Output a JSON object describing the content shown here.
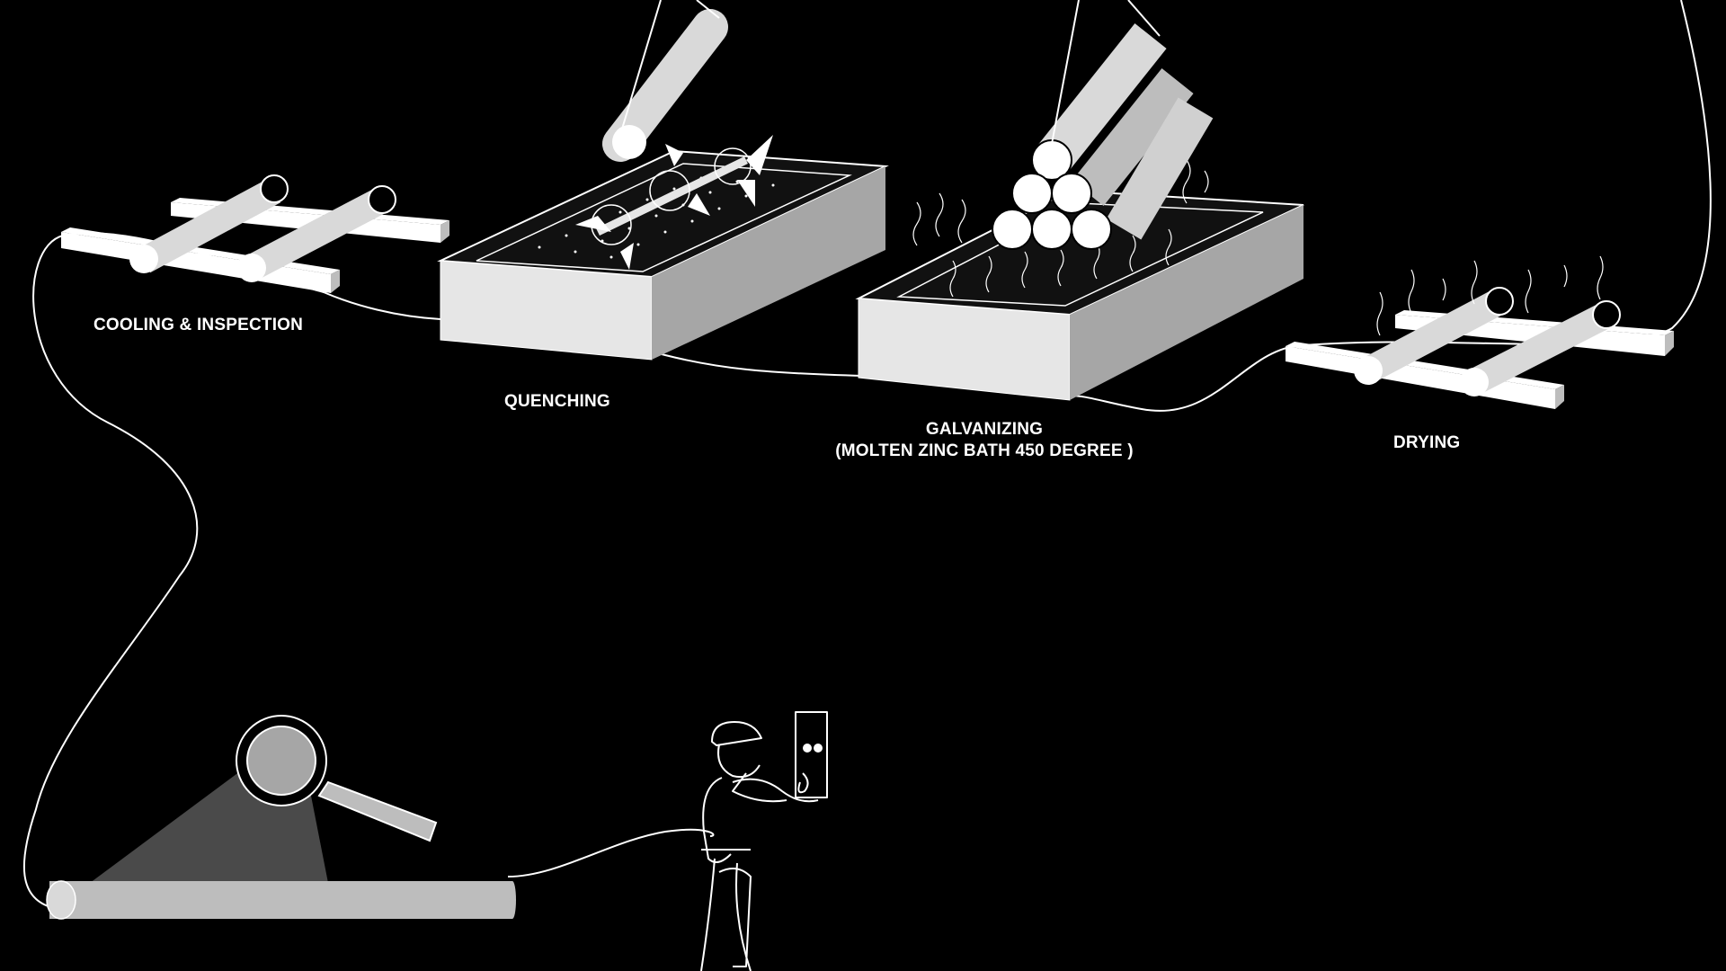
{
  "labels": {
    "cooling": "COOLING & INSPECTION",
    "quenching": "QUENCHING",
    "galvanizing_line1": "GALVANIZING",
    "galvanizing_line2": "(MOLTEN ZINC BATH 450 DEGREE )",
    "drying": "DRYING"
  },
  "colors": {
    "background": "#000000",
    "line": "#ffffff",
    "light_gray": "#d9d9d9",
    "mid_gray": "#a6a6a6",
    "dark_gray": "#4a4a4a"
  },
  "icons": {
    "magnifier": "magnifying-glass-icon",
    "worker": "worker-with-clipboard-icon"
  }
}
